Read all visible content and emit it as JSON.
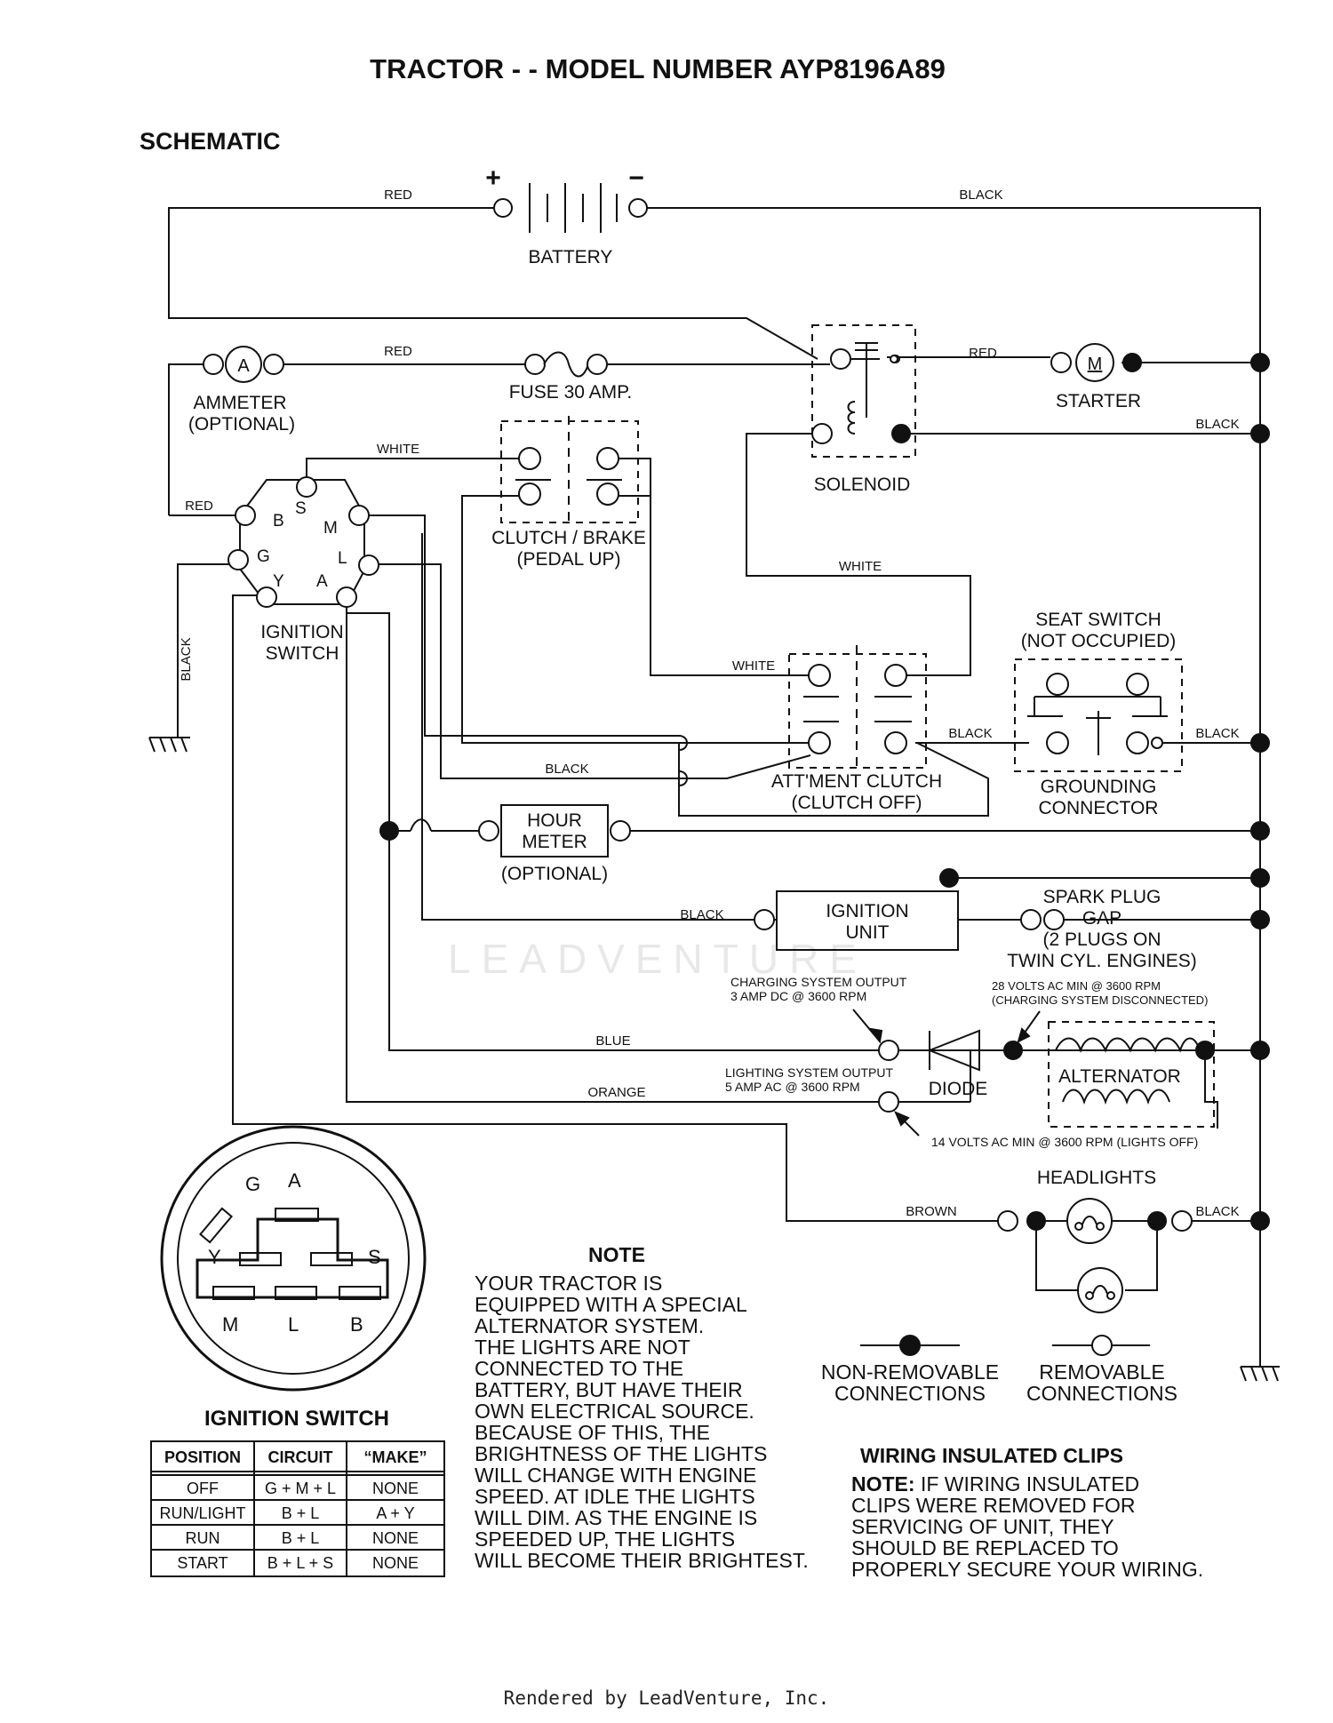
{
  "title": "TRACTOR - - MODEL NUMBER AYP8196A89",
  "section": "SCHEMATIC",
  "components": {
    "battery": "BATTERY",
    "battery_plus": "+",
    "battery_minus": "−",
    "ammeter": "AMMETER",
    "ammeter_opt": "(OPTIONAL)",
    "ammeter_symbol": "A",
    "fuse": "FUSE 30 AMP.",
    "solenoid": "SOLENOID",
    "starter": "STARTER",
    "starter_symbol": "M",
    "clutch_brake_1": "CLUTCH / BRAKE",
    "clutch_brake_2": "(PEDAL UP)",
    "ignition_switch_1": "IGNITION",
    "ignition_switch_2": "SWITCH",
    "seat_switch_1": "SEAT SWITCH",
    "seat_switch_2": "(NOT OCCUPIED)",
    "attment_clutch_1": "ATT'MENT CLUTCH",
    "attment_clutch_2": "(CLUTCH OFF)",
    "grounding_1": "GROUNDING",
    "grounding_2": "CONNECTOR",
    "hour_meter_1": "HOUR",
    "hour_meter_2": "METER",
    "hour_meter_opt": "(OPTIONAL)",
    "ignition_unit_1": "IGNITION",
    "ignition_unit_2": "UNIT",
    "spark_1": "SPARK PLUG",
    "spark_2": "GAP",
    "spark_3": "(2 PLUGS ON",
    "spark_4": "TWIN CYL. ENGINES)",
    "diode": "DIODE",
    "alternator": "ALTERNATOR",
    "headlights": "HEADLIGHTS"
  },
  "switch_pins": {
    "b": "B",
    "s": "S",
    "m": "M",
    "g": "G",
    "l": "L",
    "y": "Y",
    "a": "A"
  },
  "wires": {
    "red": "RED",
    "black": "BLACK",
    "white": "WHITE",
    "blue": "BLUE",
    "orange": "ORANGE",
    "brown": "BROWN"
  },
  "annotations": {
    "charging_1": "CHARGING SYSTEM OUTPUT",
    "charging_2": "3 AMP DC @ 3600 RPM",
    "volts28_1": "28 VOLTS AC MIN  @ 3600 RPM",
    "volts28_2": "(CHARGING SYSTEM DISCONNECTED)",
    "lighting_1": "LIGHTING SYSTEM OUTPUT",
    "lighting_2": "5 AMP AC @ 3600 RPM",
    "volts14": "14 VOLTS AC MIN  @ 3600 RPM (LIGHTS OFF)"
  },
  "watermark": "LEADVENTURE",
  "ignition_switch_title": "IGNITION SWITCH",
  "switch_table": {
    "headers": [
      "POSITION",
      "CIRCUIT",
      "“MAKE”"
    ],
    "rows": [
      [
        "OFF",
        "G + M + L",
        "NONE"
      ],
      [
        "RUN/LIGHT",
        "B + L",
        "A + Y"
      ],
      [
        "RUN",
        "B + L",
        "NONE"
      ],
      [
        "START",
        "B + L + S",
        "NONE"
      ]
    ]
  },
  "note": {
    "title": "NOTE",
    "lines": [
      "YOUR TRACTOR IS",
      "EQUIPPED WITH A SPECIAL",
      "ALTERNATOR SYSTEM.",
      "THE LIGHTS ARE NOT",
      "CONNECTED TO THE",
      "BATTERY, BUT HAVE THEIR",
      "OWN ELECTRICAL SOURCE.",
      "BECAUSE OF THIS, THE",
      "BRIGHTNESS OF THE LIGHTS",
      "WILL CHANGE WITH ENGINE",
      "SPEED.  AT IDLE THE LIGHTS",
      "WILL DIM.  AS THE ENGINE IS",
      "SPEEDED UP, THE LIGHTS",
      "WILL BECOME THEIR BRIGHTEST."
    ]
  },
  "legend": {
    "nonremovable_1": "NON-REMOVABLE",
    "nonremovable_2": "CONNECTIONS",
    "removable_1": "REMOVABLE",
    "removable_2": "CONNECTIONS"
  },
  "clips": {
    "title": "WIRING INSULATED CLIPS",
    "lead": "NOTE:",
    "lines": [
      " IF WIRING INSULATED",
      "CLIPS WERE REMOVED FOR",
      "SERVICING OF UNIT, THEY",
      "SHOULD BE REPLACED TO",
      "PROPERLY SECURE YOUR WIRING."
    ]
  },
  "footer": "Rendered by LeadVenture, Inc."
}
